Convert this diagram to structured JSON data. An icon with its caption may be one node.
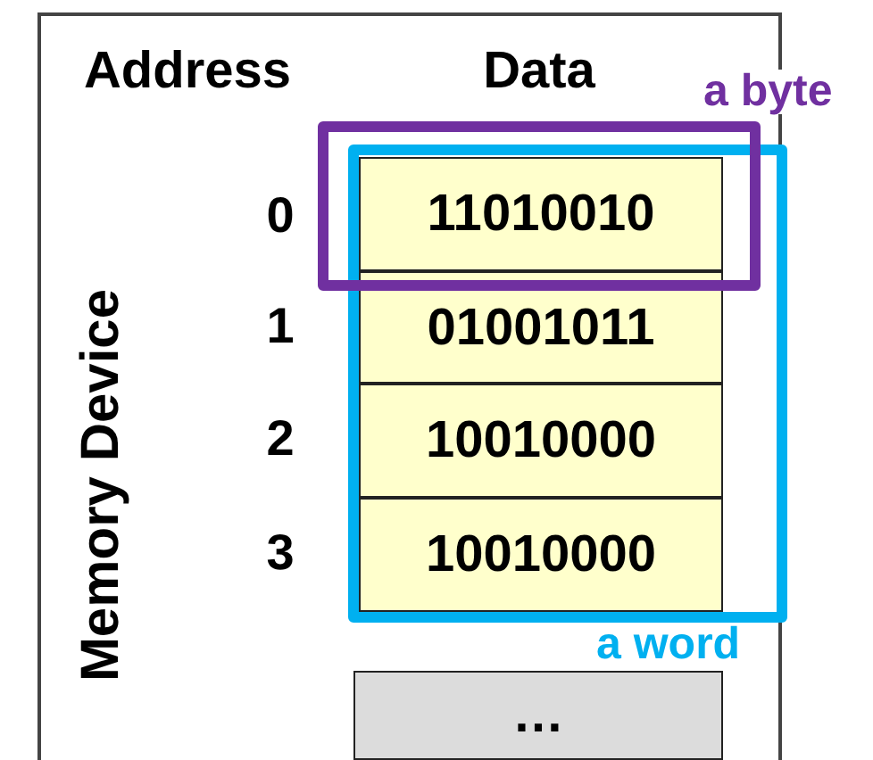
{
  "diagram": {
    "nodes": [
      {
        "text": [
          "Memory Device"
        ]
      },
      {
        "text": [
          "a byte"
        ],
        "in": 0
      },
      {
        "text": [
          "a word"
        ],
        "in": 0
      },
      {
        "text": [
          "11010010"
        ],
        "in": 1
      },
      {
        "text": [
          "01001011"
        ],
        "in": 2
      },
      {
        "text": [
          "10010000"
        ],
        "in": 2
      },
      {
        "text": [
          "10010000"
        ],
        "in": 2
      },
      {
        "text": [
          "…"
        ],
        "in": 0
      }
    ],
    "labels": [
      "Address",
      "Data",
      "0",
      "1",
      "2",
      "3"
    ]
  }
}
